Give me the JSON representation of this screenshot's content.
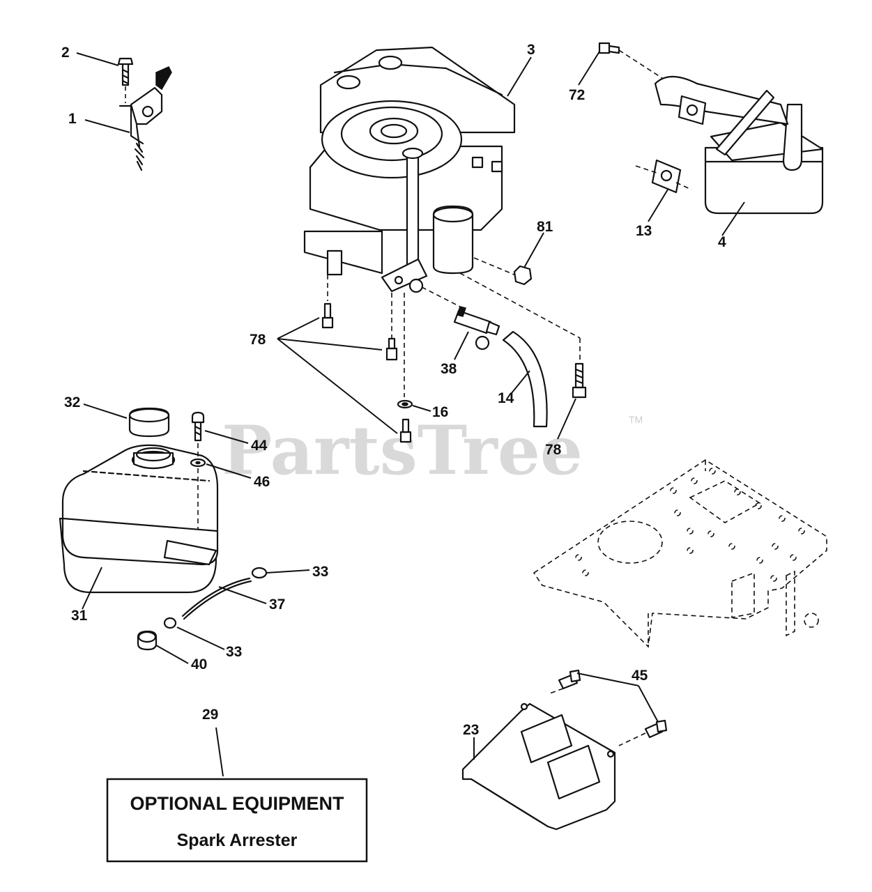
{
  "watermark": {
    "text": "PartsTree",
    "trademark": "TM"
  },
  "callouts": [
    {
      "id": "c2",
      "text": "2"
    },
    {
      "id": "c1",
      "text": "1"
    },
    {
      "id": "c3",
      "text": "3"
    },
    {
      "id": "c72",
      "text": "72"
    },
    {
      "id": "c13",
      "text": "13"
    },
    {
      "id": "c4",
      "text": "4"
    },
    {
      "id": "c81",
      "text": "81"
    },
    {
      "id": "c78a",
      "text": "78"
    },
    {
      "id": "c38",
      "text": "38"
    },
    {
      "id": "c14",
      "text": "14"
    },
    {
      "id": "c16",
      "text": "16"
    },
    {
      "id": "c78b",
      "text": "78"
    },
    {
      "id": "c32",
      "text": "32"
    },
    {
      "id": "c44",
      "text": "44"
    },
    {
      "id": "c46",
      "text": "46"
    },
    {
      "id": "c33a",
      "text": "33"
    },
    {
      "id": "c37",
      "text": "37"
    },
    {
      "id": "c31",
      "text": "31"
    },
    {
      "id": "c33b",
      "text": "33"
    },
    {
      "id": "c40",
      "text": "40"
    },
    {
      "id": "c45",
      "text": "45"
    },
    {
      "id": "c29",
      "text": "29"
    },
    {
      "id": "c23",
      "text": "23"
    }
  ],
  "optional_box": {
    "title": "OPTIONAL EQUIPMENT",
    "subtitle": "Spark Arrester"
  }
}
